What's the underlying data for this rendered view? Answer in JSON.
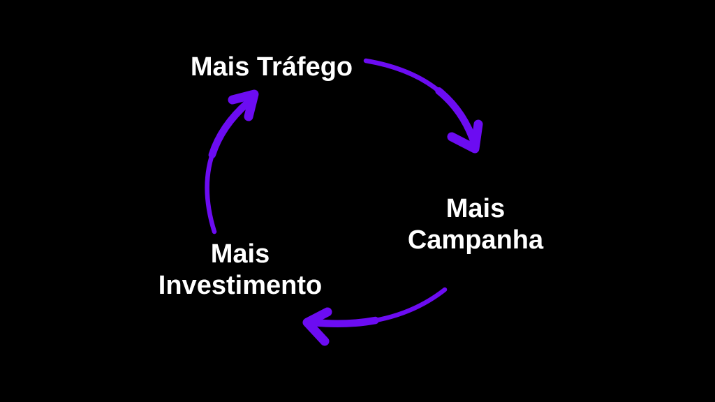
{
  "page": {
    "background_color": "#000000"
  },
  "diagram": {
    "type": "cycle",
    "arrow_color": "#6C0CF2",
    "label_color": "#FFFFFF",
    "nodes": {
      "trafego": {
        "lines": [
          "Mais Tráfego"
        ]
      },
      "campanha": {
        "lines": [
          "Mais",
          "Campanha"
        ]
      },
      "investimento": {
        "lines": [
          "Mais",
          "Investimento"
        ]
      }
    },
    "arrows": [
      {
        "from": "Mais Tráfego",
        "to": "Mais Campanha"
      },
      {
        "from": "Mais Campanha",
        "to": "Mais Investimento"
      },
      {
        "from": "Mais Investimento",
        "to": "Mais Tráfego"
      }
    ]
  }
}
